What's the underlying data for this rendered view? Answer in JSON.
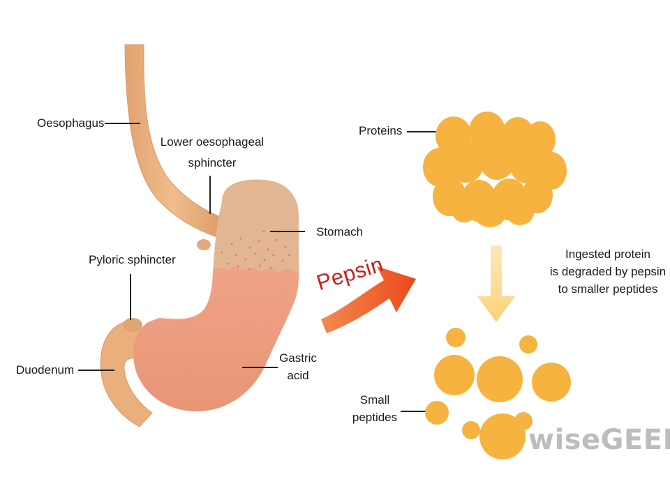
{
  "labels": {
    "oesophagus": "Oesophagus",
    "lower_sphincter_line1": "Lower oesophageal",
    "lower_sphincter_line2": "sphincter",
    "stomach": "Stomach",
    "pyloric_sphincter": "Pyloric sphincter",
    "duodenum": "Duodenum",
    "gastric_line1": "Gastric",
    "gastric_line2": "acid",
    "proteins": "Proteins",
    "small_peptides_line1": "Small",
    "small_peptides_line2": "peptides"
  },
  "caption": {
    "line1": "Ingested protein",
    "line2": "is degraded by pepsin",
    "line3": "to smaller peptides"
  },
  "arrow_label": "Pepsin",
  "watermark": "wiseGEEK",
  "colors": {
    "stomach_body": "#f0a385",
    "stomach_top": "#e0b48e",
    "oesophagus": "#e7ae7d",
    "duodenum": "#eab07c",
    "protein_blob": "#f6b33f",
    "pepsin_arrow": "#ee5a24",
    "pepsin_text": "#c8201a",
    "down_arrow": "#fbd98a",
    "watermark": "#bdbdbd"
  }
}
